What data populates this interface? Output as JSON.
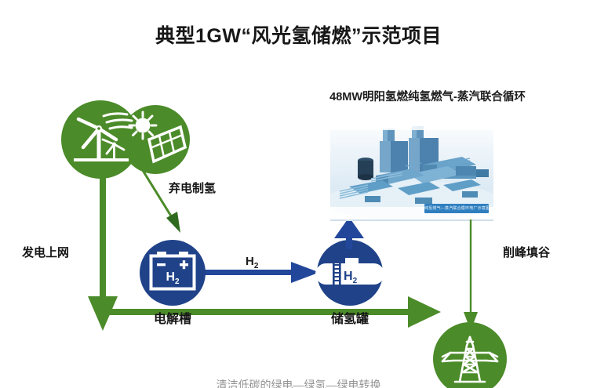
{
  "page": {
    "title": "典型1GW“风光氢储燃”示范项目",
    "bottom_cut_text": "清洁低碳的绿电—绿氢—绿电转换"
  },
  "colors": {
    "green": "#4b8b29",
    "blue": "#1f4289",
    "arrow_blue": "#22479a",
    "text": "#151515",
    "background": "#ffffff"
  },
  "plant": {
    "caption": "48MW明阳氢燃纯氢燃气-蒸汽联合循环",
    "image_name": "combined-cycle-power-plant-rendering",
    "mini_caption": "纯氢燃气—蒸汽联合循环电厂示意图"
  },
  "nodes": [
    {
      "id": "renewable",
      "label": "",
      "icons": [
        "wind-turbine-icon",
        "solar-panel-icon",
        "sun-icon"
      ],
      "color": "#4b8b29"
    },
    {
      "id": "electrolyzer",
      "label": "电解槽",
      "icons": [
        "battery-icon"
      ],
      "symbol": "H",
      "subscript": "2",
      "terminals": [
        "−",
        "+"
      ],
      "color": "#1f4289"
    },
    {
      "id": "hydrogen-tank",
      "label": "储氢罐",
      "icons": [
        "storage-tank-icon",
        "ladder-icon"
      ],
      "symbol": "H",
      "subscript": "2",
      "color": "#1f4289"
    },
    {
      "id": "power-grid",
      "label": "",
      "icons": [
        "transmission-tower-icon"
      ],
      "color": "#4b8b29"
    }
  ],
  "edges": [
    {
      "id": "curtailed-to-hydrogen",
      "label": "弃电制氢",
      "color": "#4b8b29",
      "from": "renewable",
      "to": "electrolyzer"
    },
    {
      "id": "grid-feed-in",
      "label": "发电上网",
      "color": "#4b8b29",
      "from": "renewable",
      "to": "power-grid"
    },
    {
      "id": "electrolyzer-to-tank",
      "label": "H",
      "label_sub": "2",
      "color": "#22479a",
      "from": "electrolyzer",
      "to": "hydrogen-tank"
    },
    {
      "id": "tank-to-plant",
      "label": "",
      "color": "#22479a",
      "from": "hydrogen-tank",
      "to": "plant"
    },
    {
      "id": "peak-shaving",
      "label": "削峰填谷",
      "color": "#4b8b29",
      "from": "plant",
      "to": "power-grid"
    }
  ]
}
